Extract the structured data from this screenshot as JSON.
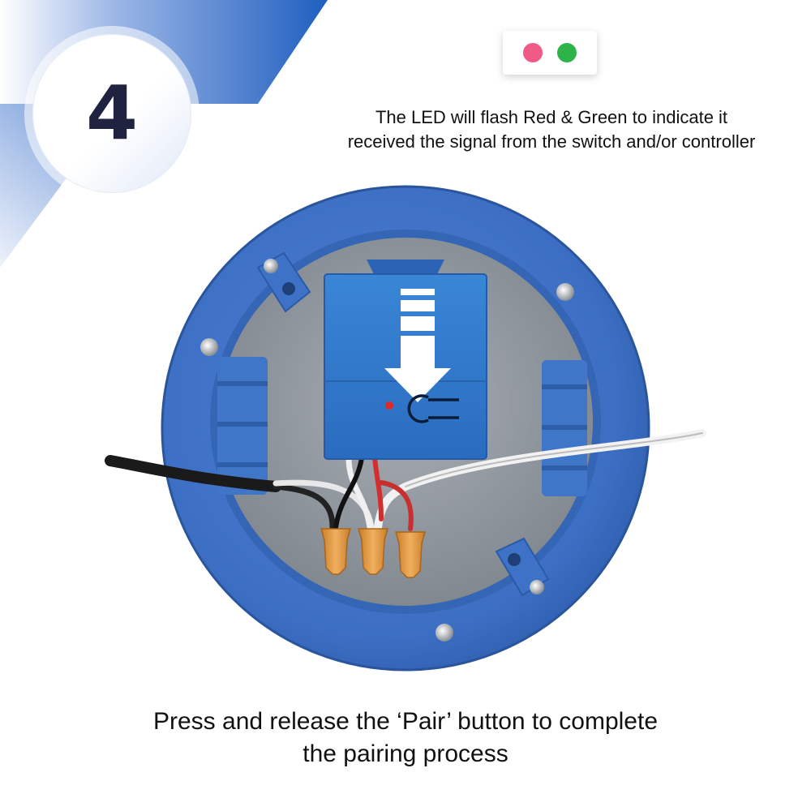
{
  "step": {
    "number": "4"
  },
  "led": {
    "colors": [
      "#f05a86",
      "#2db34a"
    ]
  },
  "instructions": {
    "top_line_1": "The LED will flash Red & Green to indicate it",
    "top_line_2": "received the signal from the switch and/or controller",
    "bottom_line_1": "Press and release the ‘Pair’ button to complete",
    "bottom_line_2": "the pairing process"
  },
  "colors": {
    "banner_blue": "#1f5fc0",
    "box_blue": "#3f73c7",
    "module_blue": "#2f78cc",
    "wire_nut_orange": "#e8a24a"
  },
  "icons": [
    "down-arrow-icon",
    "pair-button-icon"
  ]
}
